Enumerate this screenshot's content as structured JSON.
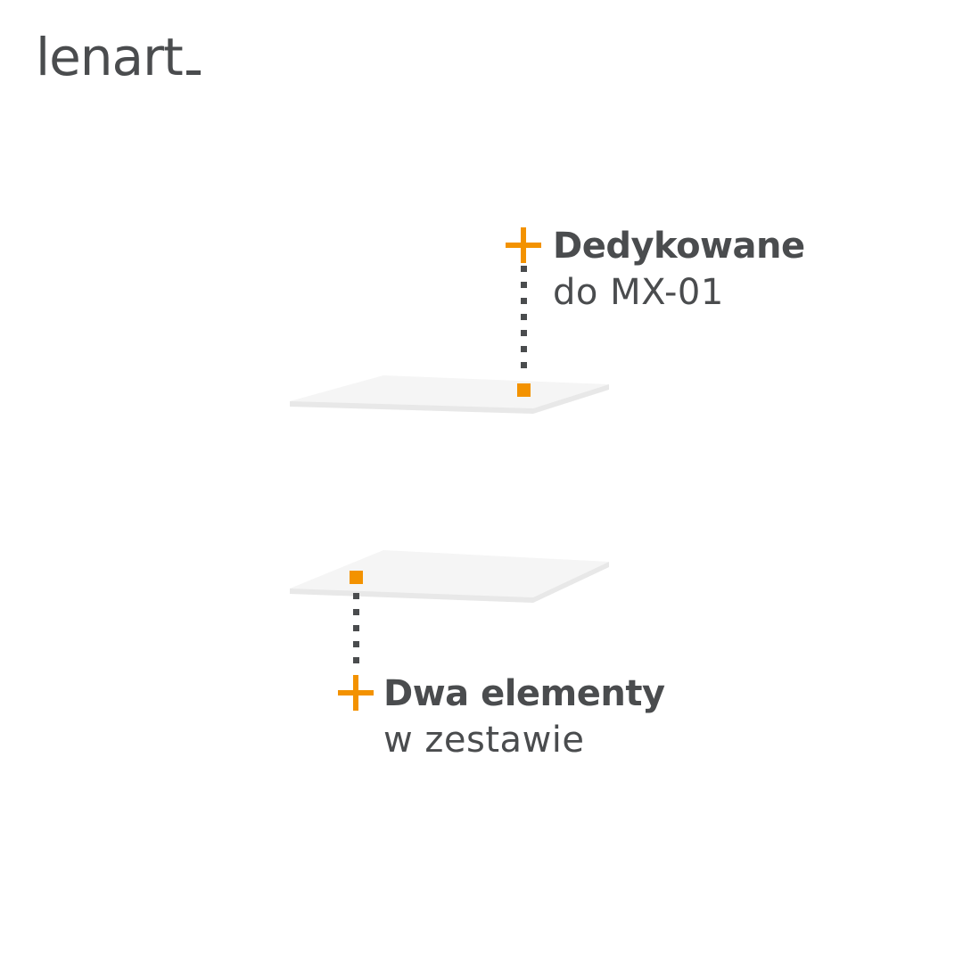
{
  "brand": {
    "logo_text": "lenart"
  },
  "callouts": [
    {
      "title": "Dedykowane",
      "subtitle": "do MX-01"
    },
    {
      "title": "Dwa elementy",
      "subtitle": "w zestawie"
    }
  ],
  "colors": {
    "accent": "#f39200",
    "text": "#4a4c4e",
    "shelf": "#f4f4f4",
    "shelf_edge": "#e6e6e6"
  }
}
